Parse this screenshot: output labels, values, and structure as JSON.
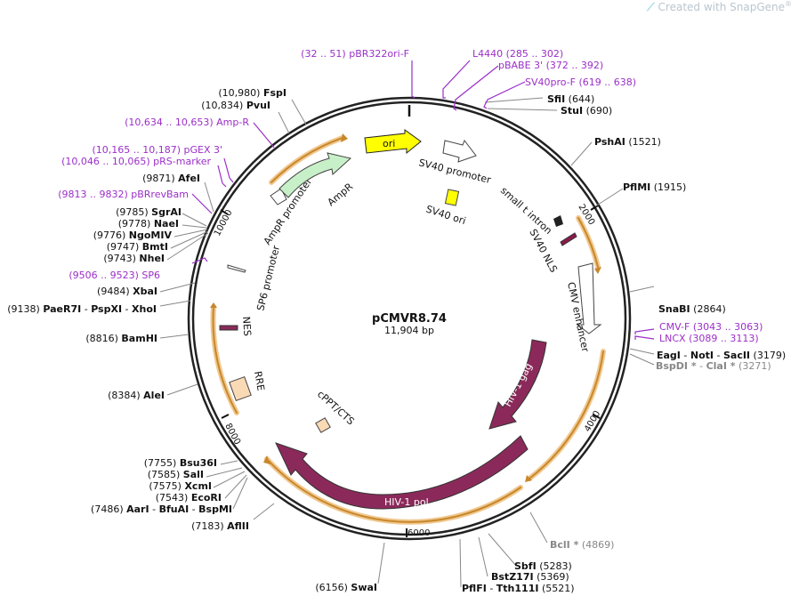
{
  "brand": {
    "text": "Created with SnapGene",
    "reg": "®"
  },
  "plasmid": {
    "name": "pCMVR8.74",
    "size": "11,904 bp"
  },
  "ticks": [
    "2000",
    "4000",
    "6000",
    "8000",
    "10000"
  ],
  "features": {
    "ori": "ori",
    "sv40_promoter": "SV40 promoter",
    "small_t_intron": "small t intron",
    "sv40_ori": "SV40 ori",
    "sv40_nls": "SV40 NLS",
    "cmv_enhancer": "CMV enhancer",
    "hiv_gag": "HIV-1 gag",
    "hiv_pol": "HIV-1 pol",
    "cppt_cts": "cPPT/CTS",
    "rre": "RRE",
    "nes": "NES",
    "sp6_promoter": "SP6 promoter",
    "ampr_promoter": "AmpR promoter",
    "ampr": "AmpR"
  },
  "sites": [
    {
      "id": "fspi",
      "pos": "(10,980)",
      "name": "FspI"
    },
    {
      "id": "pvui",
      "pos": "(10,834)",
      "name": "PvuI"
    },
    {
      "id": "afei",
      "pos": "(9871)",
      "name": "AfeI"
    },
    {
      "id": "sgrai",
      "pos": "(9785)",
      "name": "SgrAI"
    },
    {
      "id": "naei",
      "pos": "(9778)",
      "name": "NaeI"
    },
    {
      "id": "ngomiv",
      "pos": "(9776)",
      "name": "NgoMIV"
    },
    {
      "id": "bmti",
      "pos": "(9747)",
      "name": "BmtI"
    },
    {
      "id": "nhei",
      "pos": "(9743)",
      "name": "NheI"
    },
    {
      "id": "xbai",
      "pos": "(9484)",
      "name": "XbaI"
    },
    {
      "id": "paer7i",
      "pos": "(9138)",
      "name": "PaeR7I",
      "sep": " - ",
      "name2": "PspXI",
      "sep2": " - ",
      "name3": "XhoI"
    },
    {
      "id": "bamhi",
      "pos": "(8816)",
      "name": "BamHI"
    },
    {
      "id": "alei",
      "pos": "(8384)",
      "name": "AleI"
    },
    {
      "id": "bsu36i",
      "pos": "(7755)",
      "name": "Bsu36I"
    },
    {
      "id": "sali",
      "pos": "(7585)",
      "name": "SalI"
    },
    {
      "id": "xcmi",
      "pos": "(7575)",
      "name": "XcmI"
    },
    {
      "id": "ecori",
      "pos": "(7543)",
      "name": "EcoRI"
    },
    {
      "id": "aari",
      "pos": "(7486)",
      "name": "AarI",
      "sep": " - ",
      "name2": "BfuAI",
      "sep2": " - ",
      "name3": "BspMI"
    },
    {
      "id": "afiii",
      "pos": "(7183)",
      "name": "AflII"
    },
    {
      "id": "swai",
      "pos": "(6156)",
      "name": "SwaI"
    },
    {
      "id": "sfii",
      "name": "SfiI",
      "pos": "(644)"
    },
    {
      "id": "stui",
      "name": "StuI",
      "pos": "(690)"
    },
    {
      "id": "pshai",
      "name": "PshAI",
      "pos": "(1521)"
    },
    {
      "id": "pflmi",
      "name": "PflMI",
      "pos": "(1915)"
    },
    {
      "id": "snabi",
      "name": "SnaBI",
      "pos": "(2864)"
    },
    {
      "id": "eagi",
      "name": "EagI",
      "sep": " - ",
      "name2": "NotI",
      "sep2": " - ",
      "name3": "SacII",
      "pos": "(3179)"
    },
    {
      "id": "bspdi",
      "name": "BspDI *",
      "sep": " - ",
      "name2": "ClaI *",
      "pos": "(3271)"
    },
    {
      "id": "bcli",
      "name": "BclI *",
      "pos": "(4869)"
    },
    {
      "id": "sbfi",
      "name": "SbfI",
      "pos": "(5283)"
    },
    {
      "id": "bstz17i",
      "name": "BstZ17I",
      "pos": "(5369)"
    },
    {
      "id": "pflfi",
      "name": "PflFI",
      "sep": " - ",
      "name2": "Tth111I",
      "pos": "(5521)"
    }
  ],
  "primers": [
    {
      "id": "pbr322ori",
      "text": "(32 .. 51)  pBR322ori-F"
    },
    {
      "id": "l4440",
      "text": "L4440   (285 .. 302)"
    },
    {
      "id": "pbabe3",
      "text": "pBABE 3'   (372 .. 392)"
    },
    {
      "id": "sv40pro",
      "text": "SV40pro-F   (619 .. 638)"
    },
    {
      "id": "ampr_p",
      "text": "(10,634 .. 10,653)  Amp-R"
    },
    {
      "id": "pgex3",
      "text": "(10,165 .. 10,187)  pGEX 3'"
    },
    {
      "id": "prs",
      "text": "(10,046 .. 10,065)  pRS-marker"
    },
    {
      "id": "pbrrevbam",
      "text": "(9813 .. 9832)  pBRrevBam"
    },
    {
      "id": "sp6",
      "text": "(9506 .. 9523)  SP6"
    },
    {
      "id": "cmvf",
      "text": "CMV-F   (3043 .. 3063)"
    },
    {
      "id": "lncx",
      "text": "LNCX   (3089 .. 3113)"
    }
  ]
}
